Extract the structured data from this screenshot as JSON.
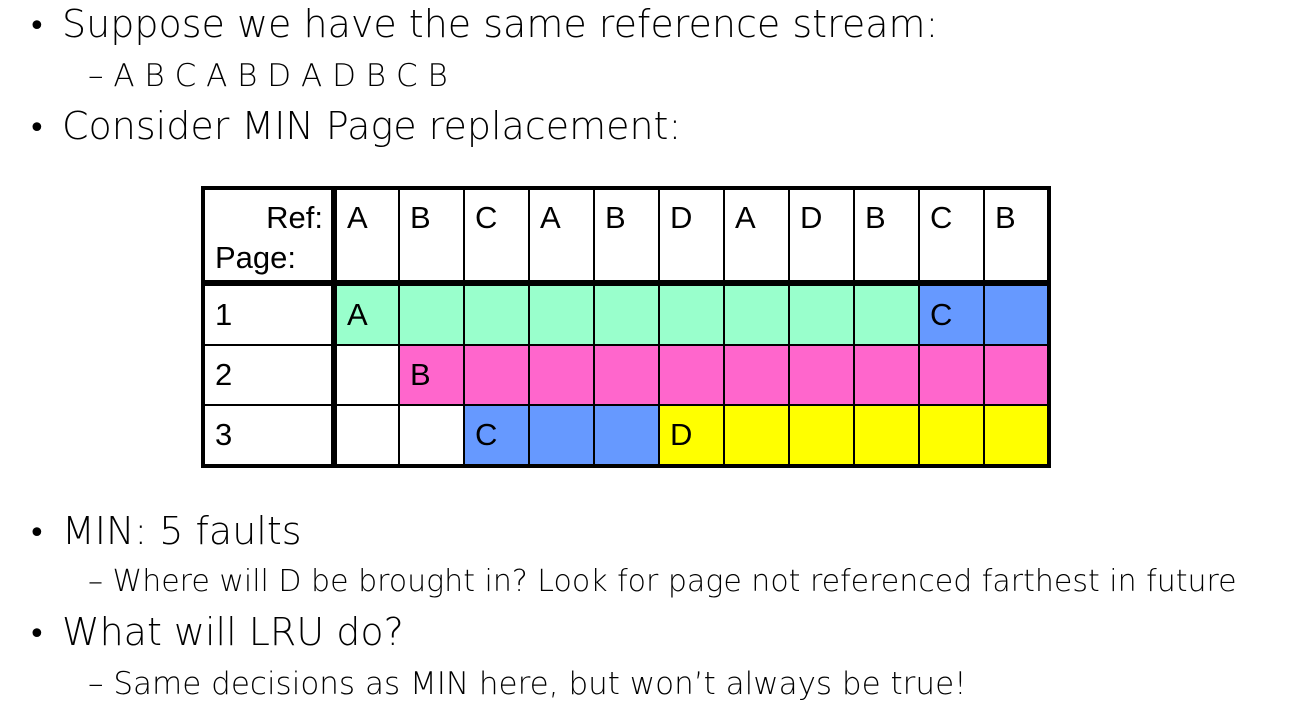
{
  "bullets": [
    {
      "text": "Suppose we have the same reference stream:",
      "level": 1
    },
    {
      "text": "– A B C A B D A D B C B",
      "level": 2
    },
    {
      "text": "Consider MIN Page replacement:",
      "level": 1
    },
    {
      "text": "MIN: 5 faults",
      "level": 1
    },
    {
      "text": "– Where will D be brought in? Look for page not referenced farthest in future",
      "level": 2
    },
    {
      "text": "What will LRU do?",
      "level": 1
    },
    {
      "text": "– Same decisions as MIN here, but won’t always be true!",
      "level": 2
    }
  ],
  "table": {
    "ref_label": "Ref:",
    "page_label": "Page:",
    "refs": [
      "A",
      "B",
      "C",
      "A",
      "B",
      "D",
      "A",
      "D",
      "B",
      "C",
      "B"
    ],
    "rows": [
      {
        "page": "1",
        "cells": [
          "A",
          "",
          "",
          "",
          "",
          "",
          "",
          "",
          "",
          "C",
          ""
        ],
        "colors": [
          "#99ffcc",
          "#99ffcc",
          "#99ffcc",
          "#99ffcc",
          "#99ffcc",
          "#99ffcc",
          "#99ffcc",
          "#99ffcc",
          "#99ffcc",
          "#6699ff",
          "#6699ff"
        ]
      },
      {
        "page": "2",
        "cells": [
          "",
          "B",
          "",
          "",
          "",
          "",
          "",
          "",
          "",
          "",
          ""
        ],
        "colors": [
          "#ffffff",
          "#ff66cc",
          "#ff66cc",
          "#ff66cc",
          "#ff66cc",
          "#ff66cc",
          "#ff66cc",
          "#ff66cc",
          "#ff66cc",
          "#ff66cc",
          "#ff66cc"
        ]
      },
      {
        "page": "3",
        "cells": [
          "",
          "",
          "C",
          "",
          "",
          "D",
          "",
          "",
          "",
          "",
          ""
        ],
        "colors": [
          "#ffffff",
          "#ffffff",
          "#6699ff",
          "#6699ff",
          "#6699ff",
          "#ffff00",
          "#ffff00",
          "#ffff00",
          "#ffff00",
          "#ffff00",
          "#ffff00"
        ]
      }
    ]
  }
}
